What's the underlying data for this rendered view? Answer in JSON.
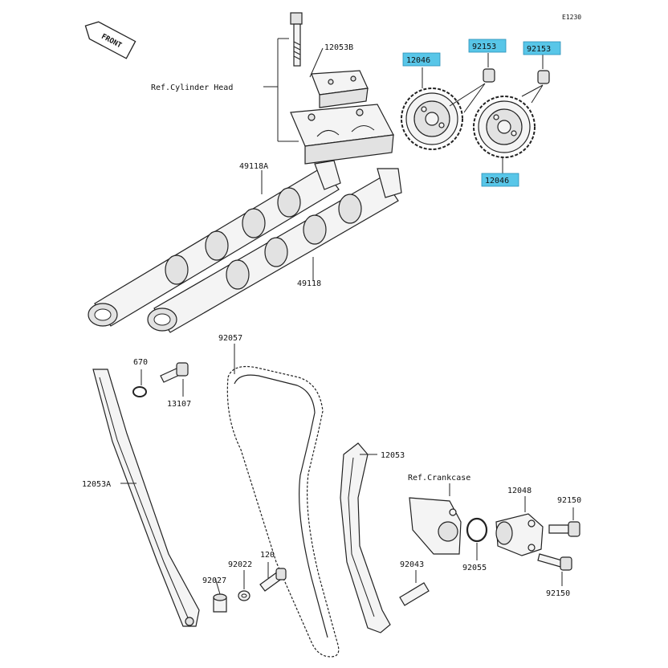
{
  "diagram_code": "E1230",
  "front_label": "FRONT",
  "colors": {
    "highlight": "#58c6e8",
    "line": "#222222",
    "fill": "#f4f4f4"
  },
  "callouts": {
    "p12053B": "12053B",
    "ref_cyl_head": "Ref.Cylinder Head",
    "p12046_top": "12046",
    "p92153_a": "92153",
    "p92153_b": "92153",
    "p12046_bottom": "12046",
    "p49118A": "49118A",
    "p49118": "49118",
    "p92057": "92057",
    "p670": "670",
    "p13107": "13107",
    "p12053": "12053",
    "ref_crankcase": "Ref.Crankcase",
    "p12048": "12048",
    "p92150_a": "92150",
    "p12053A": "12053A",
    "p92055": "92055",
    "p120": "120",
    "p92022": "92022",
    "p92043": "92043",
    "p92027": "92027",
    "p92150_b": "92150"
  },
  "highlighted_parts": [
    "12046",
    "92153"
  ]
}
